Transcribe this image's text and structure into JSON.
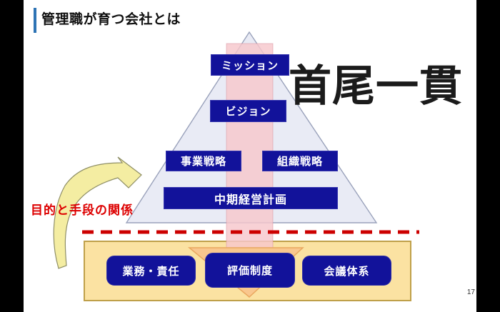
{
  "slide": {
    "title": "管理職が育つ会社とは",
    "title_accent_color": "#2e74b5",
    "page_number": "17",
    "headline": "首尾一貫"
  },
  "pyramid": {
    "fill_color": "#e9ebf5",
    "stroke_color": "#9aa2bb",
    "box_color": "#12129a",
    "box_text_color": "#ffffff",
    "levels": [
      {
        "label": "ミッション"
      },
      {
        "label": "ビジョン"
      },
      {
        "label": "事業戦略"
      },
      {
        "label": "組織戦略"
      },
      {
        "label": "中期経営計画"
      }
    ]
  },
  "flow": {
    "band_color": "#f6c7cc",
    "down_arrow_color": "#f9c78e",
    "curved_arrow_color": "#f4eda2",
    "relation_label": "目的と手段の関係",
    "relation_label_color": "#dd0000"
  },
  "divider": {
    "color": "#cc0000",
    "style": "dashed"
  },
  "foundation": {
    "bg_color": "#fbe2a2",
    "border_color": "#bfa04a",
    "items": [
      {
        "label": "業務・責任"
      },
      {
        "label": "評価制度"
      },
      {
        "label": "会議体系"
      }
    ]
  }
}
